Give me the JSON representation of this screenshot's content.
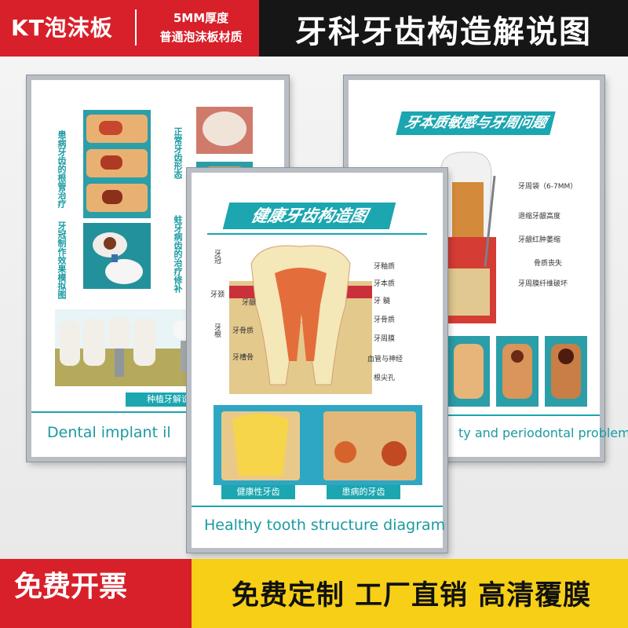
{
  "header": {
    "brand": "KT泡沫板",
    "spec_line1": "5MM厚度",
    "spec_line2": "普通泡沫板材质",
    "title": "牙科牙齿构造解说图"
  },
  "left_poster": {
    "vertical_labels": [
      "患病牙齿的根管治疗",
      "正常牙齿形态",
      "牙冠制作效果模拟图",
      "蛀牙病齿的治疗修补"
    ],
    "implant_caption": "种植牙解说图",
    "english": "Dental implant il"
  },
  "right_poster": {
    "title": "牙本质敏感与牙周问题",
    "labels": [
      "牙周袋（6-7MM）",
      "退缩牙龈高度",
      "牙龈红肿萎缩",
      "骨质丧失",
      "牙周膜纤维破坏"
    ],
    "english": "ty and periodontal problems"
  },
  "center_poster": {
    "title": "健康牙齿构造图",
    "left_labels": [
      "牙冠",
      "牙颈",
      "牙根",
      "牙槽骨"
    ],
    "left_labels_extra": [
      "牙龈",
      "牙骨质"
    ],
    "right_labels": [
      "牙釉质",
      "牙本质",
      "牙 髓",
      "牙骨质",
      "牙周膜",
      "血管与神经",
      "根尖孔"
    ],
    "caption_healthy": "健康性牙齿",
    "caption_diseased": "患病的牙齿",
    "english": "Healthy tooth structure diagram"
  },
  "footer": {
    "badge": "免费开票",
    "slogan": "免费定制  工厂直销  高清覆膜"
  },
  "colors": {
    "brand_red": "#d8202a",
    "header_black": "#161616",
    "accent_teal": "#1ba6b0",
    "footer_yellow": "#f6cf16"
  }
}
